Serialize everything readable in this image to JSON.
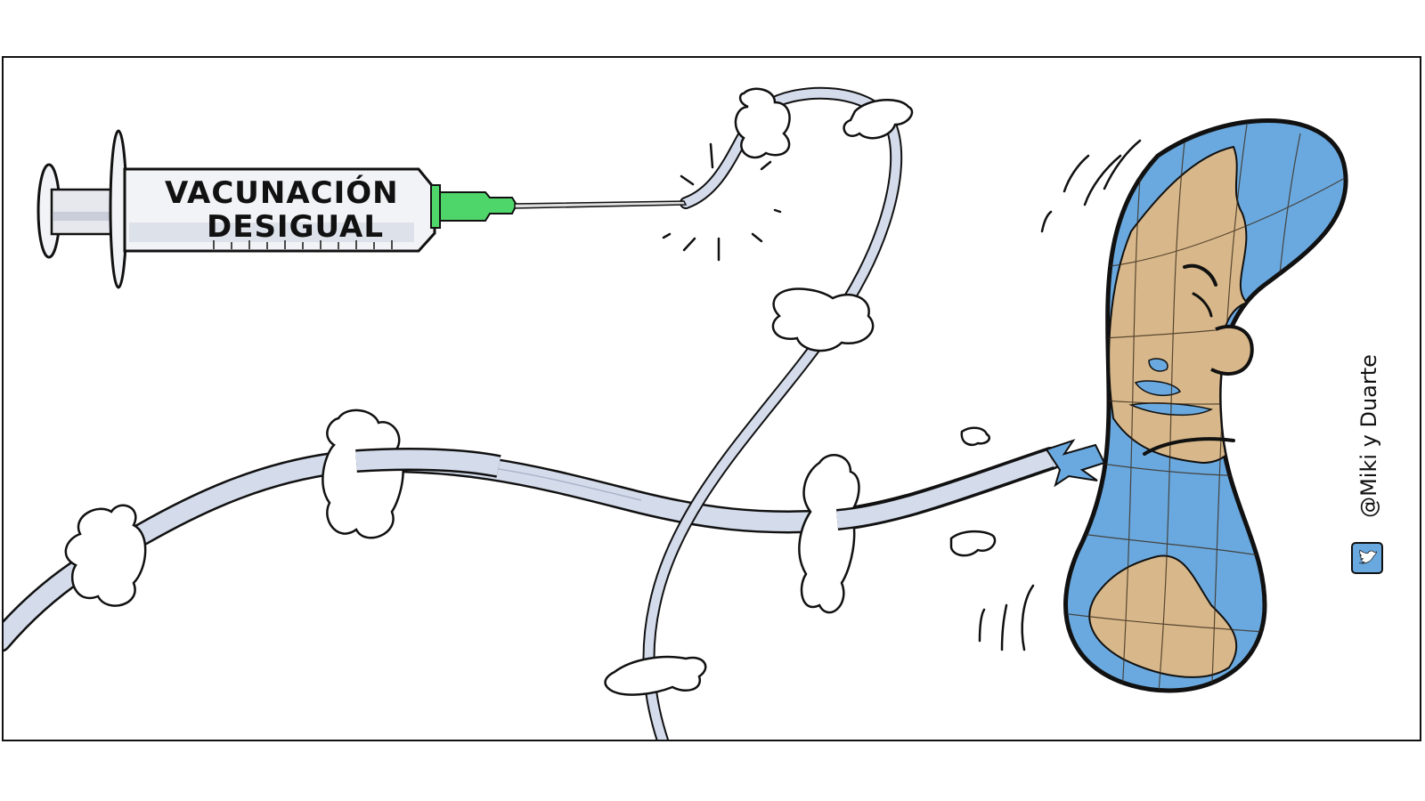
{
  "cartoon": {
    "syringe_label_line1": "VACUNACIÓN",
    "syringe_label_line2": "DESIGUAL",
    "signature": "@Miki y Duarte",
    "signature_icon": "twitter-icon",
    "colors": {
      "frame": "#111111",
      "background": "#ffffff",
      "ocean": "#6aa9df",
      "land": "#d8b88a",
      "needle_hub": "#4fd66a",
      "tube_fluid": "#d4dcec",
      "syringe_barrel": "#f2f3f6",
      "syringe_shadow": "#c9ceda"
    },
    "elements": {
      "syringe": "syringe-with-green-needle",
      "fluid_stream": "winding-tube-held-by-clouds",
      "globe": "bent-kidney-shaped-earth-with-face",
      "clouds_count": 8
    }
  }
}
